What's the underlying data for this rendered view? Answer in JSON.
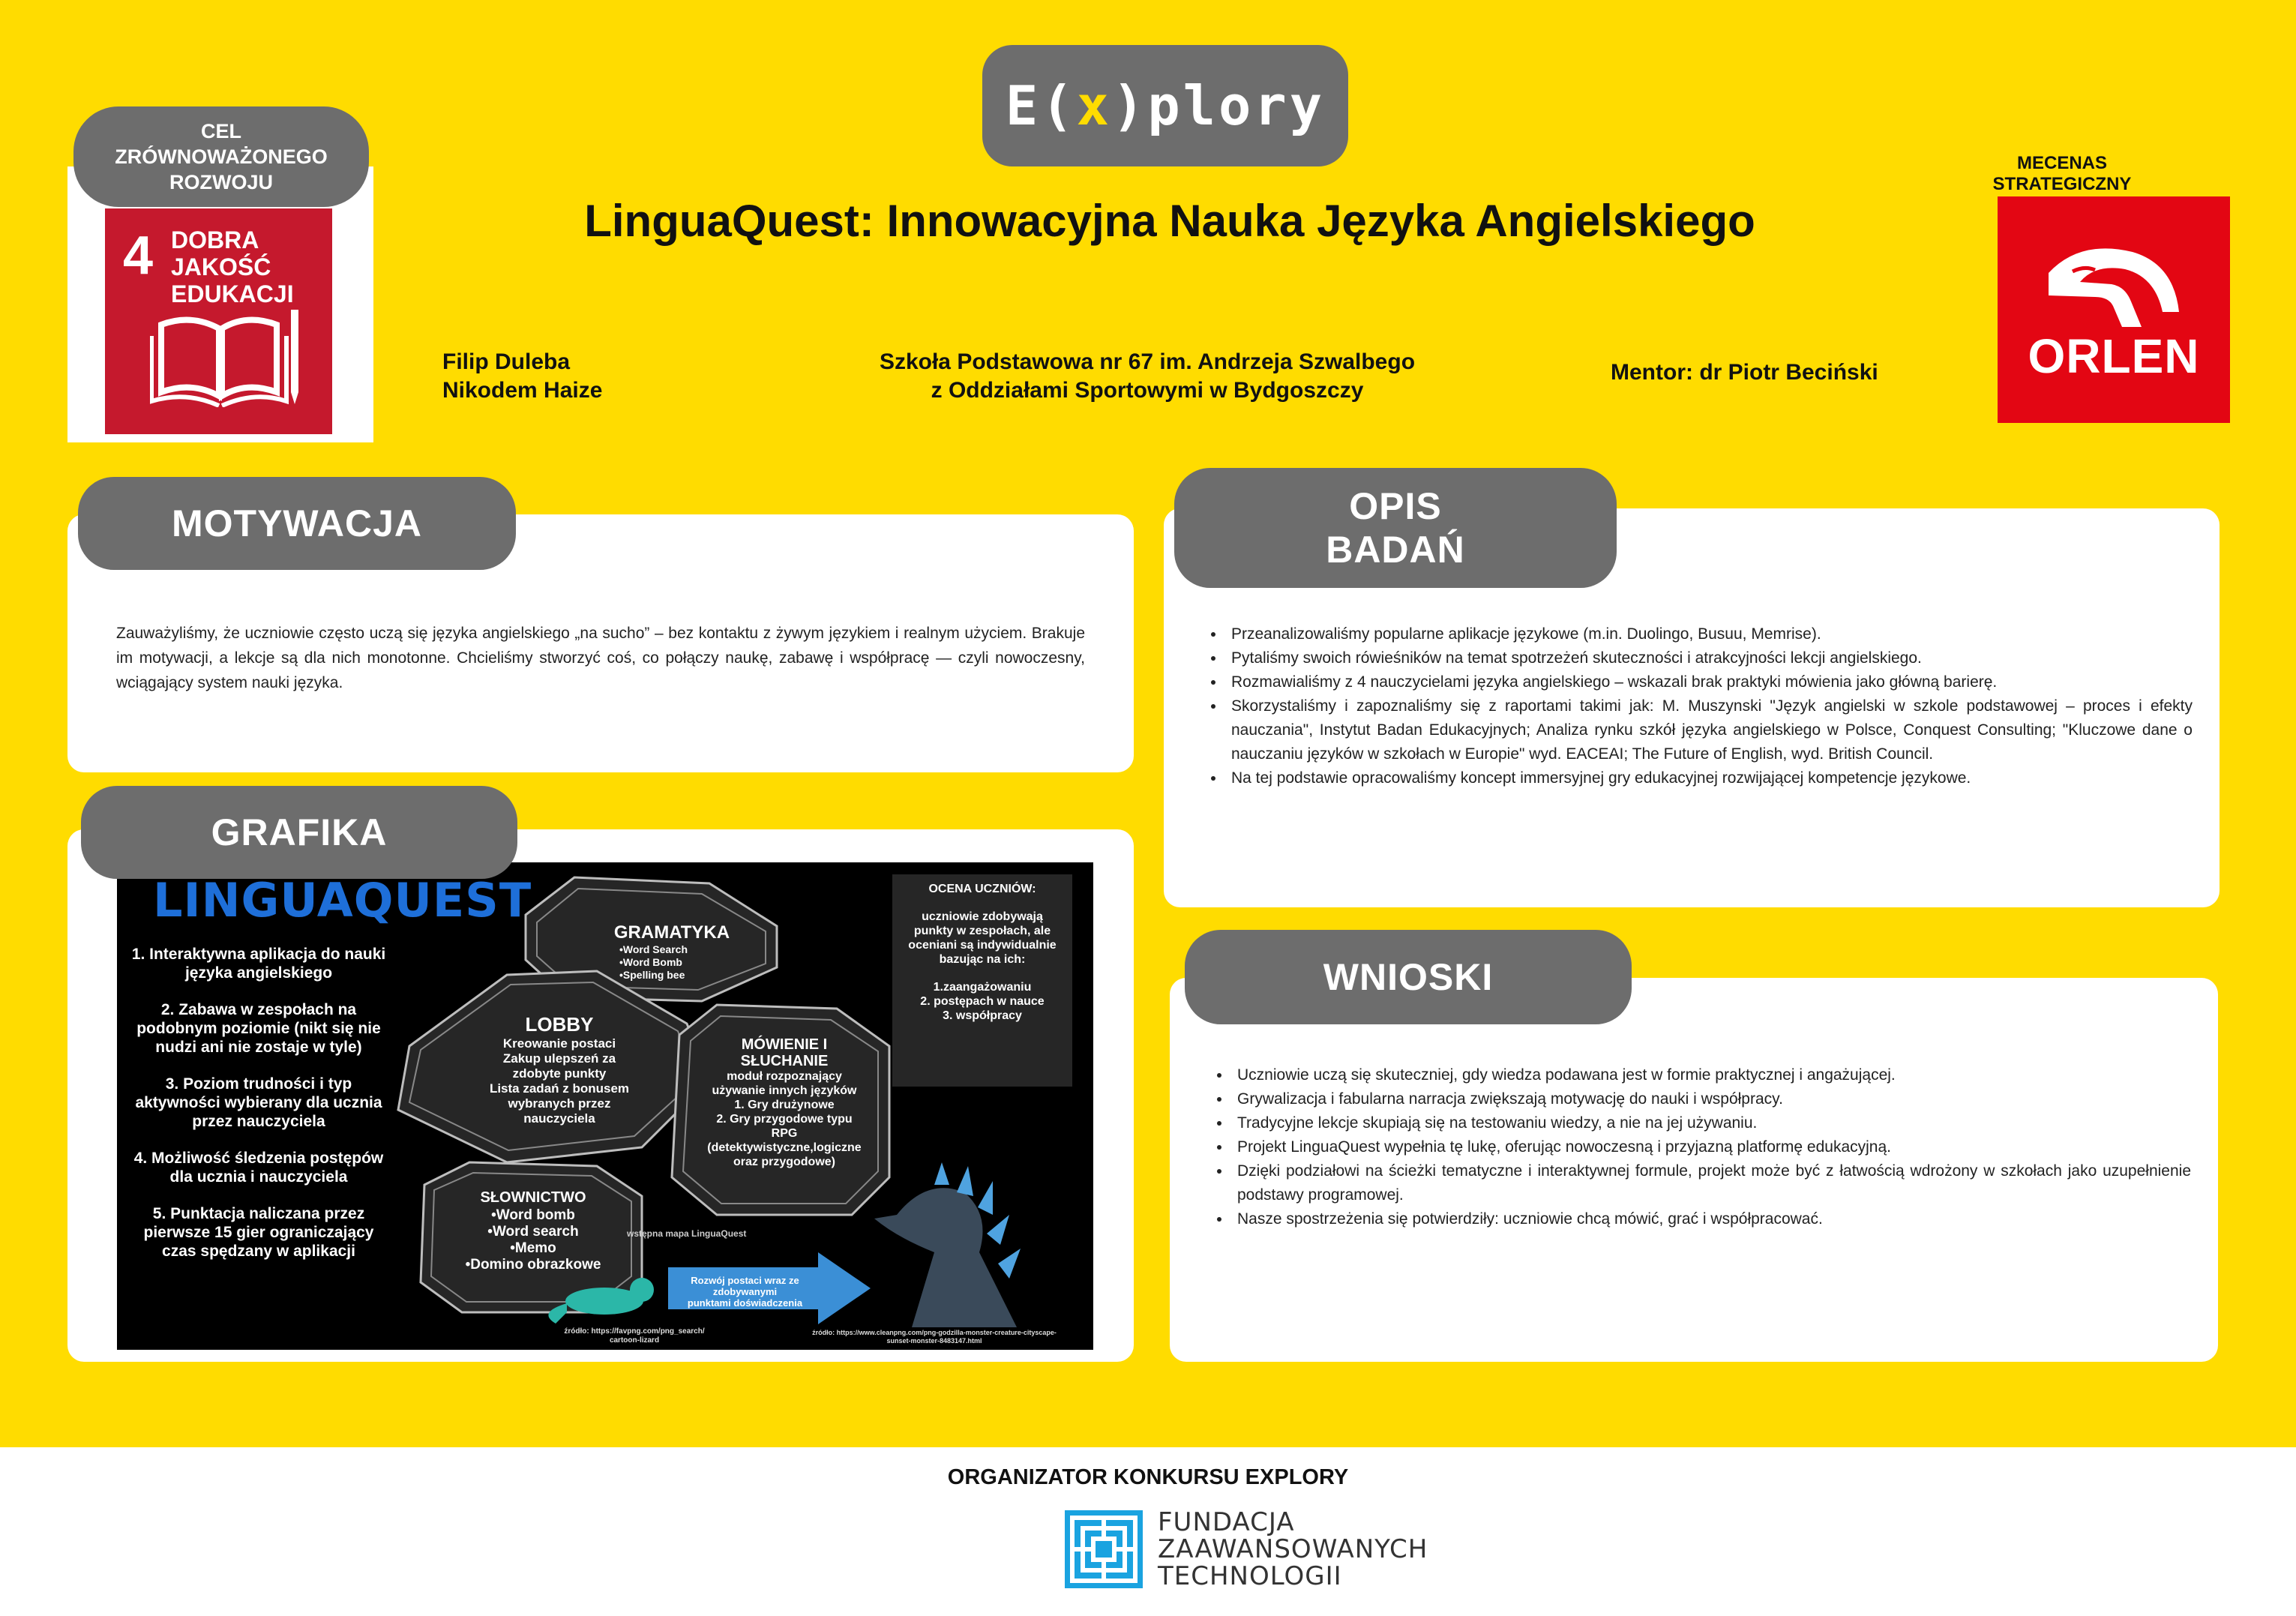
{
  "header": {
    "logo_pre": "E(",
    "logo_x": "x",
    "logo_post": ")plory",
    "title": "LinguaQuest: Innowacyjna Nauka Języka Angielskiego",
    "sponsor_label": "MECENAS STRATEGICZNY",
    "sponsor_name": "ORLEN"
  },
  "sdg": {
    "label_line1": "CEL",
    "label_line2": "ZRÓWNOWAŻONEGO",
    "label_line3": "ROZWOJU",
    "number": "4",
    "name_line1": "DOBRA JAKOŚĆ",
    "name_line2": "EDUKACJI"
  },
  "authors": {
    "line1": "Filip Duleba",
    "line2": "Nikodem Haize"
  },
  "school": {
    "line1": "Szkoła Podstawowa nr 67 im. Andrzeja Szwalbego",
    "line2": "z Oddziałami Sportowymi w Bydgoszczy"
  },
  "mentor": "Mentor: dr Piotr Beciński",
  "motywacja": {
    "heading": "MOTYWACJA",
    "text": "Zauważyliśmy, że uczniowie często uczą się języka angielskiego „na sucho” – bez kontaktu z żywym językiem i realnym użyciem. Brakuje im motywacji, a lekcje są dla nich monotonne. Chcieliśmy stworzyć coś, co połączy naukę, zabawę i współpracę — czyli nowoczesny, wciągający system nauki języka."
  },
  "opis": {
    "heading_line1": "OPIS",
    "heading_line2": "BADAŃ",
    "items": [
      "Przeanalizowaliśmy popularne aplikacje językowe (m.in. Duolingo, Busuu, Memrise).",
      "Pytaliśmy swoich rówieśników  na temat  spotrzeżeń skuteczności i atrakcyjności lekcji angielskiego.",
      "Rozmawialiśmy z 4 nauczycielami języka angielskiego – wskazali brak praktyki mówienia jako główną barierę.",
      "Skorzystaliśmy i zapoznaliśmy się z raportami takimi jak: M. Muszynski \"Język angielski w szkole podstawowej – proces i efekty nauczania\", Instytut Badan Edukacyjnych; Analiza rynku szkół języka angielskiego w Polsce, Conquest Consulting; \"Kluczowe dane o nauczaniu języków w szkołach w Europie\" wyd. EACEAI;  The Future of English, wyd. British Council.",
      "Na tej podstawie opracowaliśmy koncept immersyjnej gry edukacyjnej rozwijającej kompetencje językowe."
    ]
  },
  "grafika": {
    "heading": "GRAFIKA",
    "brand": "LINGUAQUEST",
    "features": [
      "1.      Interaktywna aplikacja do nauki języka angielskiego",
      "2.      Zabawa w zespołach na podobnym poziomie (nikt się nie nudzi ani nie zostaje w tyle)",
      "3.      Poziom trudności i typ aktywności wybierany dla ucznia przez nauczyciela",
      "4.      Możliwość śledzenia postępów dla ucznia i nauczyciela",
      "5.      Punktacja naliczana przez pierwsze 15 gier ograniczający czas spędzany w aplikacji"
    ],
    "gramatyka": {
      "title": "GRAMATYKA",
      "l1": "•Word Search",
      "l2": "•Word Bomb",
      "l3": "•Spelling bee"
    },
    "lobby": {
      "title": "LOBBY",
      "l1": "Kreowanie postaci",
      "l2": "Zakup ulepszeń za",
      "l3": "zdobyte punkty",
      "l4": "Lista zadań z bonusem",
      "l5": "wybranych przez",
      "l6": "nauczyciela"
    },
    "mowienie": {
      "title1": "MÓWIENIE I",
      "title2": "SŁUCHANIE",
      "l1": "moduł rozpoznający",
      "l2": "używanie innych języków",
      "l3": "1. Gry drużynowe",
      "l4": "2. Gry przygodowe typu",
      "l5": "RPG",
      "l6": "(detektywistyczne,logiczne",
      "l7": "oraz przygodowe)"
    },
    "slownictwo": {
      "title": "SŁOWNICTWO",
      "l1": "•Word bomb",
      "l2": "•Word search",
      "l3": "•Memo",
      "l4": "•Domino obrazkowe"
    },
    "ocena": {
      "title": "OCENA UCZNIÓW:",
      "l1": "uczniowie zdobywają",
      "l2": "punkty w zespołach, ale",
      "l3": "oceniani są indywidualnie",
      "l4": "bazując na ich:",
      "l5": "1.zaangażowaniu",
      "l6": "2. postępach w nauce",
      "l7": "3. współpracy"
    },
    "map_caption": "wstępna mapa LinguaQuest",
    "arrow_l1": "Rozwój postaci wraz ze zdobywanymi",
    "arrow_l2": "punktami doświadczenia",
    "src1_l1": "źródło: https://favpng.com/png_search/",
    "src1_l2": "cartoon-lizard",
    "src2_l1": "źródło: https://www.cleanpng.com/png-godzilla-monster-creature-cityscape-",
    "src2_l2": "sunset-monster-8483147.html"
  },
  "wnioski": {
    "heading": "WNIOSKI",
    "items": [
      "Uczniowie uczą się skuteczniej, gdy wiedza podawana jest w formie praktycznej i angażującej.",
      "Grywalizacja i fabularna narracja zwiększają motywację do nauki i współpracy.",
      "Tradycyjne lekcje skupiają się na testowaniu wiedzy, a nie na jej używaniu.",
      "Projekt LinguaQuest wypełnia tę lukę, oferując nowoczesną i przyjazną platformę edukacyjną.",
      "Dzięki podziałowi na ścieżki tematyczne i interaktywnej formule, projekt może być z łatwością wdrożony w szkołach jako uzupełnienie podstawy programowej.",
      "Nasze spostrzeżenia się potwierdziły: uczniowie chcą mówić, grać i współpracować."
    ]
  },
  "footer": {
    "organizer": "ORGANIZATOR KONKURSU EXPLORY",
    "fund_l1": "FUNDACJA",
    "fund_l2": "ZAAWANSOWANYCH",
    "fund_l3": "TECHNOLOGII"
  }
}
